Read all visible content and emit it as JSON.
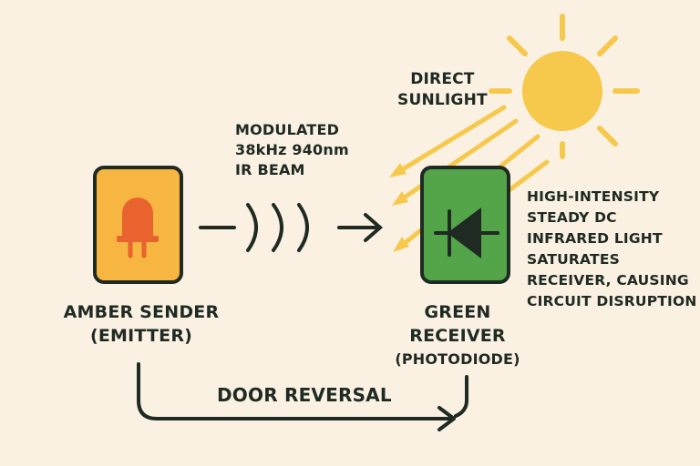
{
  "sun": {
    "label_lines": [
      "DIRECT",
      "SUNLIGHT"
    ],
    "color": "#f6c94c"
  },
  "beam": {
    "label_lines": [
      "MODULATED",
      "38kHz 940nm",
      "IR BEAM"
    ]
  },
  "effect": {
    "label_lines": [
      "HIGH-INTENSITY",
      "STEADY DC",
      "INFRARED LIGHT",
      "SATURATES",
      "RECEIVER, CAUSING",
      "CIRCUIT DISRUPTION"
    ]
  },
  "sender": {
    "name_line1": "AMBER SENDER",
    "name_line2": "(EMITTER)",
    "box_color": "#f7b642",
    "led_color": "#e8632e"
  },
  "receiver": {
    "name_line1": "GREEN",
    "name_line2": "RECEIVER",
    "name_line3": "(PHOTODIODE)",
    "box_color": "#54a54a"
  },
  "reversal": {
    "label": "DOOR REVERSAL"
  },
  "colors": {
    "outline": "#1f2a22",
    "background": "#faf1e3"
  }
}
